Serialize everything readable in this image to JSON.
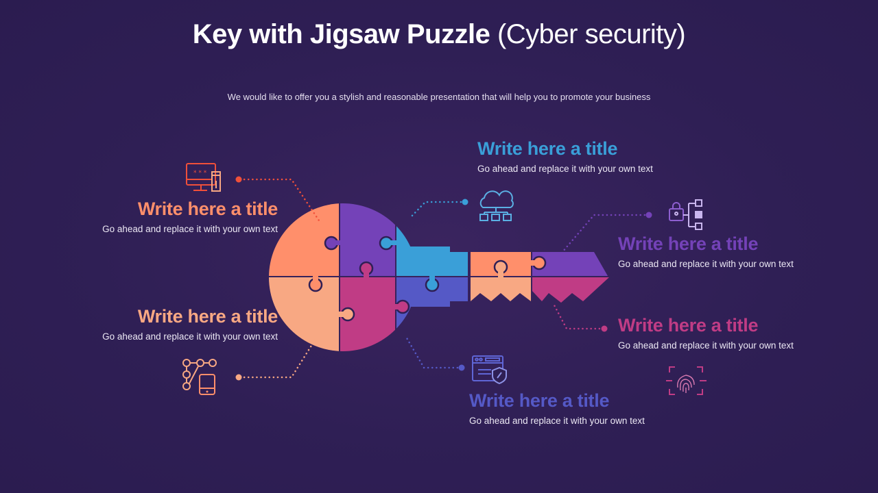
{
  "header": {
    "title_bold": "Key with Jigsaw Puzzle",
    "title_light": "(Cyber security)",
    "subtitle": "We would like to offer you a stylish and reasonable presentation that will help you to promote your business"
  },
  "colors": {
    "background": "#2f1f55",
    "orange": "#ff8f6b",
    "peach": "#f8a883",
    "purple": "#7442b8",
    "magenta": "#c03c85",
    "sky": "#3a9fd8",
    "indigo": "#5559c6",
    "red_icon": "#f0503a"
  },
  "items": [
    {
      "id": "top-left",
      "title": "Write here a title",
      "text": "Go ahead and replace it with your own text",
      "color": "#ff8f6b",
      "icon": "monitor-password-icon"
    },
    {
      "id": "bottom-left",
      "title": "Write here a title",
      "text": "Go ahead and replace it with your own text",
      "color": "#f8a883",
      "icon": "mobile-network-icon"
    },
    {
      "id": "top-center",
      "title": "Write here a title",
      "text": "Go ahead and replace it with your own text",
      "color": "#3a9fd8",
      "icon": "cloud-network-icon"
    },
    {
      "id": "right-upper",
      "title": "Write here a title",
      "text": "Go ahead and replace it with your own text",
      "color": "#7442b8",
      "icon": "lock-hierarchy-icon"
    },
    {
      "id": "right-lower",
      "title": "Write here a title",
      "text": "Go ahead and replace it with your own text",
      "color": "#c03c85",
      "icon": "fingerprint-scan-icon"
    },
    {
      "id": "bottom-center",
      "title": "Write here a title",
      "text": "Go ahead and replace it with your own text",
      "color": "#5559c6",
      "icon": "browser-shield-icon"
    }
  ]
}
